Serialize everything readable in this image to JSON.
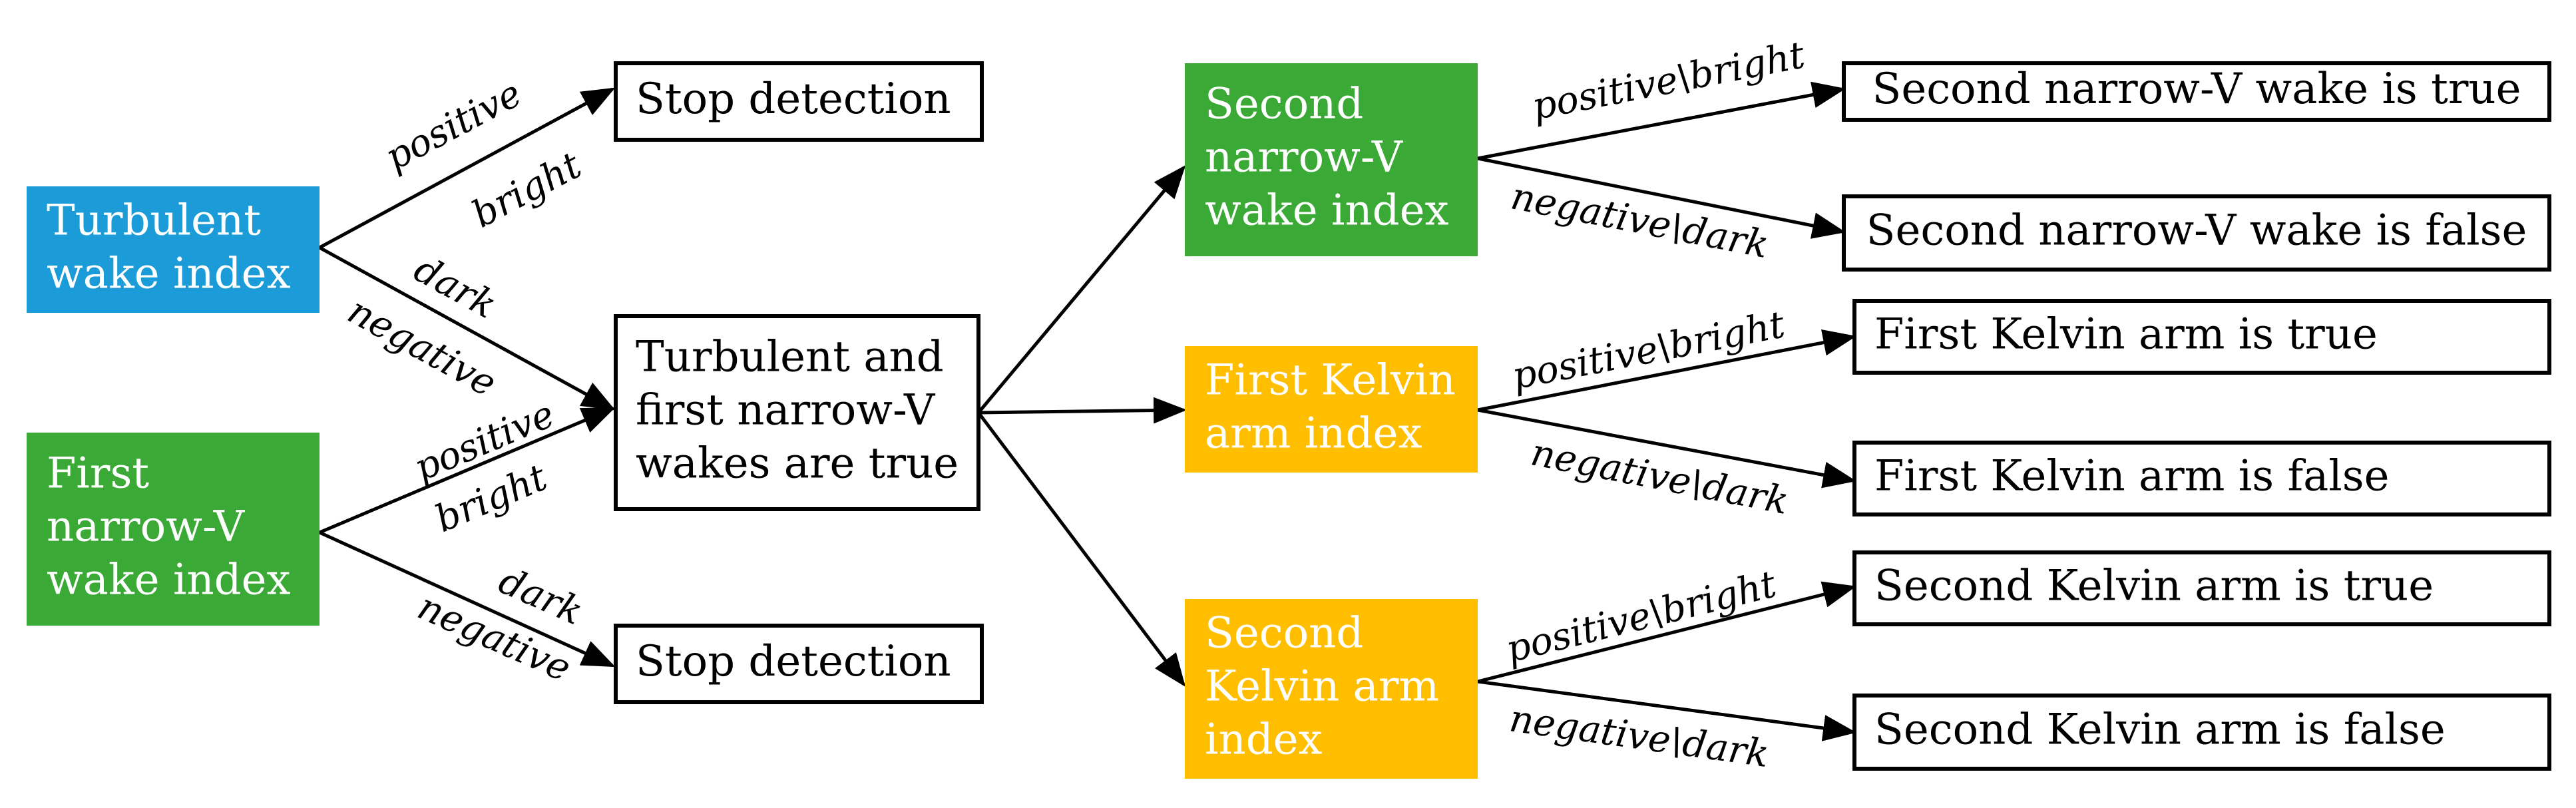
{
  "colors": {
    "blue": "#1b9cd9",
    "green": "#3aa935",
    "yellow": "#ffbf00",
    "white": "#ffffff",
    "black": "#000000"
  },
  "nodes": {
    "turbulent_index": {
      "lines": [
        "Turbulent",
        "wake index"
      ],
      "fill": "#1b9cd9",
      "text_color": "#ffffff"
    },
    "first_nv_index": {
      "lines": [
        "First",
        "narrow-V",
        "wake index"
      ],
      "fill": "#3aa935",
      "text_color": "#ffffff"
    },
    "stop_top": {
      "lines": [
        "Stop detection"
      ],
      "fill": "#ffffff",
      "text_color": "#000000"
    },
    "stop_bottom": {
      "lines": [
        "Stop detection"
      ],
      "fill": "#ffffff",
      "text_color": "#000000"
    },
    "both_true": {
      "lines": [
        "Turbulent and",
        "first narrow-V",
        "wakes are true"
      ],
      "fill": "#ffffff",
      "text_color": "#000000"
    },
    "second_nv_index": {
      "lines": [
        "Second",
        "narrow-V",
        "wake index"
      ],
      "fill": "#3aa935",
      "text_color": "#ffffff"
    },
    "first_kelvin_index": {
      "lines": [
        "First Kelvin",
        "arm index"
      ],
      "fill": "#ffbf00",
      "text_color": "#ffffff"
    },
    "second_kelvin_index": {
      "lines": [
        "Second",
        "Kelvin arm",
        "index"
      ],
      "fill": "#ffbf00",
      "text_color": "#ffffff"
    },
    "second_nv_true": {
      "lines": [
        "Second narrow-V wake is true"
      ],
      "fill": "#ffffff",
      "text_color": "#000000"
    },
    "second_nv_false": {
      "lines": [
        "Second narrow-V wake is false"
      ],
      "fill": "#ffffff",
      "text_color": "#000000"
    },
    "first_kelvin_true": {
      "lines": [
        "First Kelvin arm is true"
      ],
      "fill": "#ffffff",
      "text_color": "#000000"
    },
    "first_kelvin_false": {
      "lines": [
        "First Kelvin arm is false"
      ],
      "fill": "#ffffff",
      "text_color": "#000000"
    },
    "second_kelvin_true": {
      "lines": [
        "Second Kelvin arm is true"
      ],
      "fill": "#ffffff",
      "text_color": "#000000"
    },
    "second_kelvin_false": {
      "lines": [
        "Second Kelvin arm is false"
      ],
      "fill": "#ffffff",
      "text_color": "#000000"
    }
  },
  "edge_labels": {
    "turb_to_stop_above": "positive",
    "turb_to_stop_below": "bright",
    "turb_to_both_above": "dark",
    "turb_to_both_below": "negative",
    "nv_to_both_above": "positive",
    "nv_to_both_below": "bright",
    "nv_to_stop_above": "dark",
    "nv_to_stop_below": "negative",
    "snv_true": "positive\\bright",
    "snv_false": "negative\\dark",
    "fk_true": "positive\\bright",
    "fk_false": "negative\\dark",
    "sk_true": "positive\\bright",
    "sk_false": "negative\\dark"
  }
}
